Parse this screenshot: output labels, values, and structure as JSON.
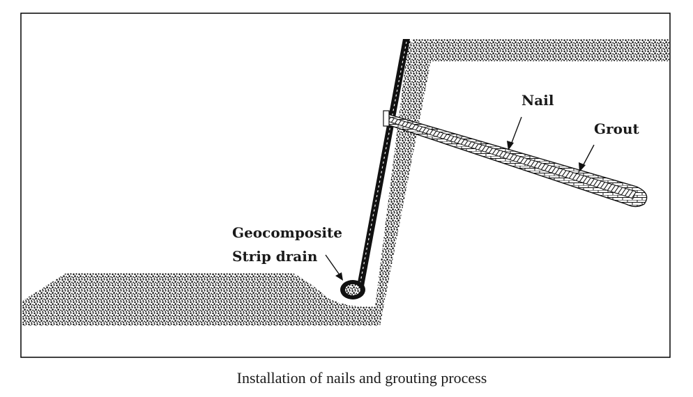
{
  "diagram": {
    "labels": {
      "nail": "Nail",
      "grout": "Grout",
      "drain_line1": "Geocomposite",
      "drain_line2": "Strip drain"
    },
    "caption": "Installation of nails and grouting process",
    "colors": {
      "ink": "#111111",
      "soil_background": "#ffffff",
      "frame": "#000000"
    }
  }
}
